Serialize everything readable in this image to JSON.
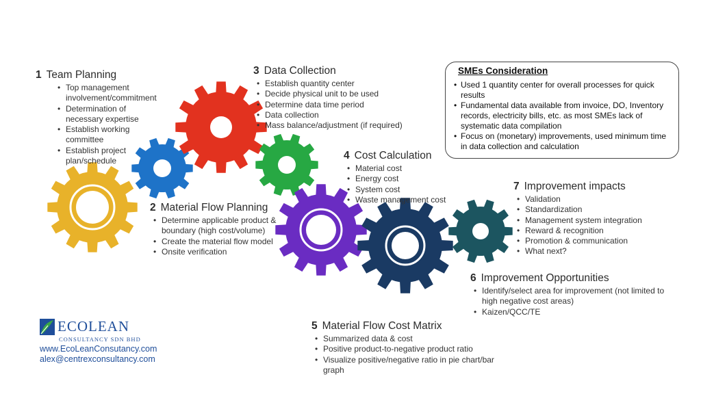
{
  "colors": {
    "gear1": "#E8B22A",
    "gear2": "#1E73C8",
    "gear3": "#E2321F",
    "gear4": "#27A843",
    "gear5": "#6A2CC2",
    "gear6": "#1A3A63",
    "gear7": "#1C5560"
  },
  "steps": [
    {
      "num": "1",
      "title": "Team Planning",
      "items": [
        "Top management involvement/commitment",
        "Determination of necessary expertise",
        "Establish working committee",
        "Establish project plan/schedule"
      ]
    },
    {
      "num": "2",
      "title": "Material Flow Planning",
      "items": [
        "Determine applicable product & boundary (high cost/volume)",
        "Create the material flow model",
        "Onsite verification"
      ]
    },
    {
      "num": "3",
      "title": "Data Collection",
      "items": [
        "Establish quantity center",
        "Decide physical unit to be used",
        "Determine data time period",
        "Data collection",
        "Mass balance/adjustment (if required)"
      ]
    },
    {
      "num": "4",
      "title": "Cost Calculation",
      "items": [
        "Material cost",
        "Energy cost",
        "System cost",
        "Waste management cost"
      ]
    },
    {
      "num": "5",
      "title": "Material Flow Cost Matrix",
      "items": [
        "Summarized data & cost",
        "Positive product-to-negative product ratio",
        "Visualize positive/negative ratio in pie chart/bar graph"
      ]
    },
    {
      "num": "6",
      "title": "Improvement Opportunities",
      "items": [
        "Identify/select area for improvement (not limited to high negative cost areas)",
        "Kaizen/QCC/TE"
      ]
    },
    {
      "num": "7",
      "title": "Improvement impacts",
      "items": [
        "Validation",
        "Standardization",
        "Management system integration",
        "Reward & recognition",
        "Promotion & communication",
        "What next?"
      ]
    }
  ],
  "sme": {
    "title": "SMEs Consideration",
    "items": [
      "Used 1 quantity center for overall processes for quick results",
      "Fundamental data available from invoice, DO, Inventory records, electricity bills, etc. as most SMEs lack of systematic data compilation",
      "Focus on (monetary) improvements, used minimum time in data collection and calculation"
    ]
  },
  "logo": {
    "name": "EcoLean",
    "sub": "Consultancy SDN BHD",
    "website": "www.EcoLeanConsutancy.com",
    "email": "alex@centrexconsultancy.com"
  }
}
